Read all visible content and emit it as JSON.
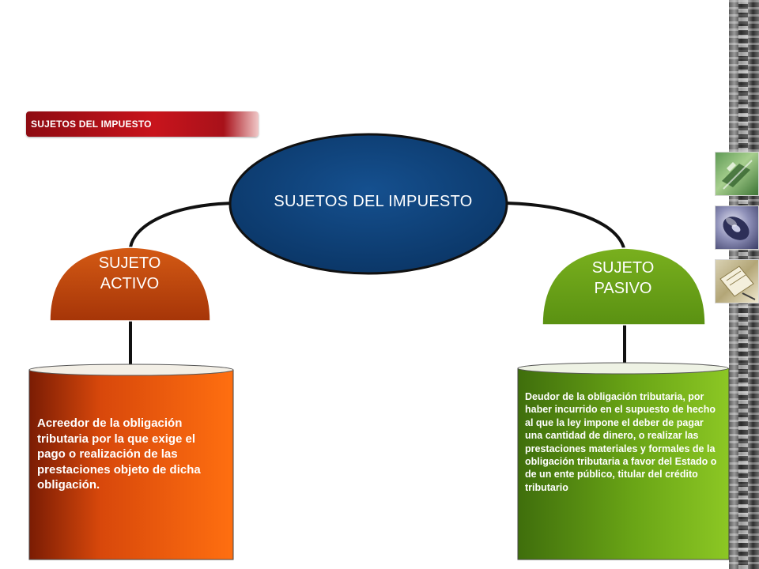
{
  "header": {
    "title_bar_label": "SUJETOS DEL IMPUESTO"
  },
  "diagram": {
    "central_node": {
      "label": "SUJETOS DEL IMPUESTO",
      "color": "#0d3e75"
    },
    "left_node": {
      "line1": "SUJETO",
      "line2": "ACTIVO",
      "color": "#c2470c",
      "description": "Acreedor de la obligación tributaria por la que exige el pago o realización de las prestaciones objeto de dicha obligación."
    },
    "right_node": {
      "line1": "SUJETO",
      "line2": "PASIVO",
      "color": "#5f9a14",
      "description": "Deudor de la obligación tributaria, por haber incurrido en el supuesto de hecho al que la ley impone el deber de pagar una cantidad de dinero, o realizar las prestaciones materiales y formales de la obligación tributaria a favor del Estado o de un ente público, titular del crédito tributario"
    }
  },
  "decorations": {
    "thumbnails": [
      "green-drafting-icon",
      "blue-disc-icon",
      "gold-document-icon"
    ],
    "side_strip": "film-strip-border"
  }
}
